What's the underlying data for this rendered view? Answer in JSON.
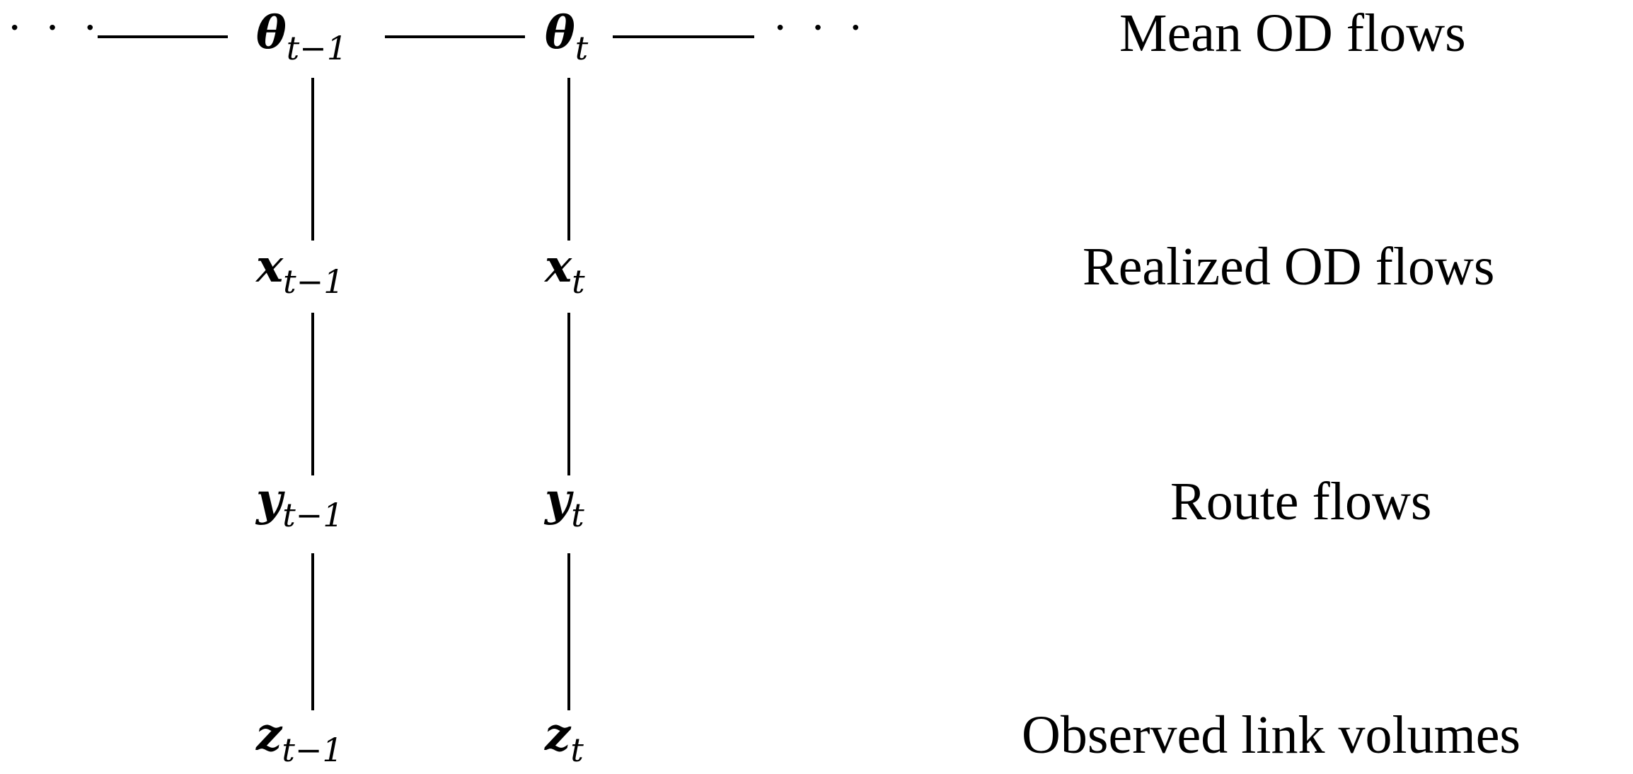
{
  "diagram": {
    "ellipsis": "· · ·",
    "nodes": {
      "theta_prev": {
        "symbol": "θ",
        "sub": "t−1"
      },
      "theta_cur": {
        "symbol": "θ",
        "sub": "t"
      },
      "x_prev": {
        "symbol": "x",
        "sub": "t−1"
      },
      "x_cur": {
        "symbol": "x",
        "sub": "t"
      },
      "y_prev": {
        "symbol": "y",
        "sub": "t−1"
      },
      "y_cur": {
        "symbol": "y",
        "sub": "t"
      },
      "z_prev": {
        "symbol": "z",
        "sub": "t−1"
      },
      "z_cur": {
        "symbol": "z",
        "sub": "t"
      }
    },
    "row_labels": {
      "row1": "Mean OD flows",
      "row2": "Realized OD flows",
      "row3": "Route flows",
      "row4": "Observed link volumes"
    }
  }
}
